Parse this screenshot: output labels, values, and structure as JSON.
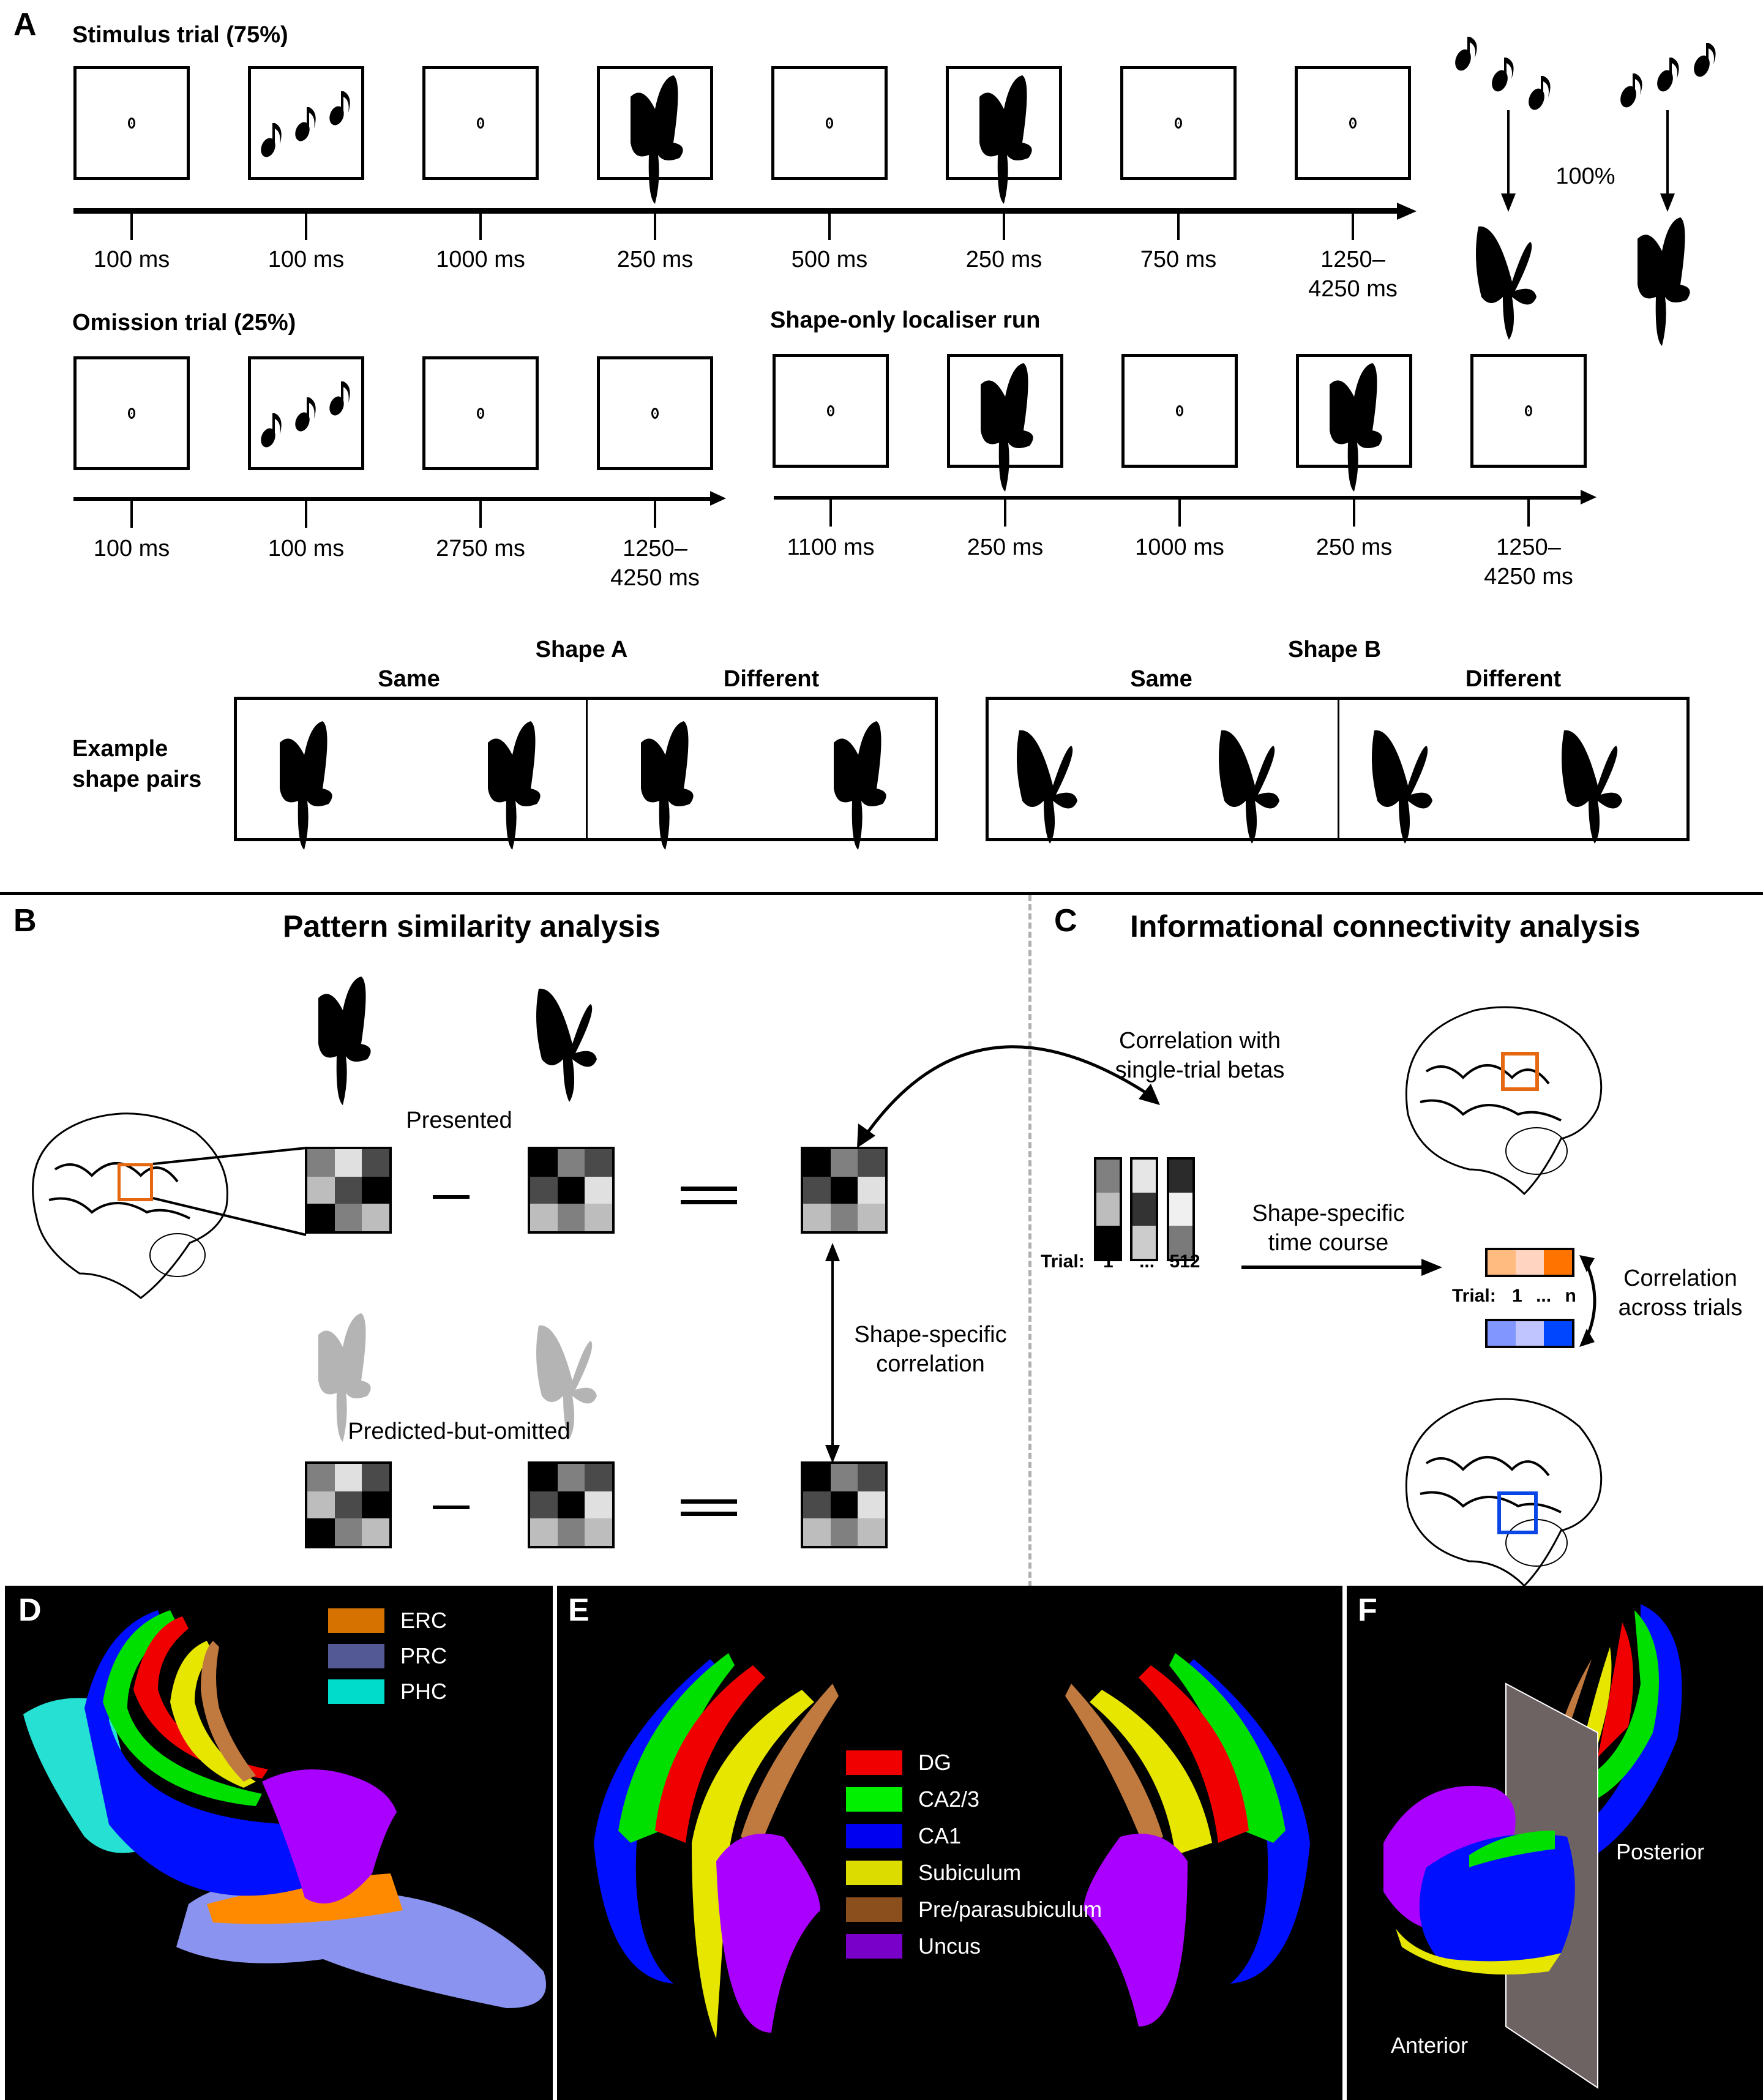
{
  "panel_a": {
    "letter": "A",
    "stimulus_trial": {
      "title": "Stimulus trial (75%)",
      "frames": [
        "fixation",
        "tones",
        "fixation",
        "shape",
        "fixation",
        "shape",
        "fixation",
        "fixation"
      ],
      "durations": [
        "100 ms",
        "100 ms",
        "1000 ms",
        "250 ms",
        "500 ms",
        "250 ms",
        "750 ms",
        "1250–\n4250 ms"
      ]
    },
    "association": {
      "probability": "100%"
    },
    "omission_trial": {
      "title": "Omission trial (25%)",
      "frames": [
        "fixation",
        "tones",
        "fixation",
        "fixation"
      ],
      "durations": [
        "100 ms",
        "100 ms",
        "2750 ms",
        "1250–\n4250 ms"
      ]
    },
    "localiser_run": {
      "title": "Shape-only localiser run",
      "frames": [
        "fixation",
        "shape",
        "fixation",
        "shape",
        "fixation"
      ],
      "durations": [
        "1100 ms",
        "250 ms",
        "1000 ms",
        "250 ms",
        "1250–\n4250 ms"
      ]
    },
    "shape_pairs": {
      "row_label": "Example\nshape pairs",
      "groups": [
        {
          "title": "Shape A",
          "same_label": "Same",
          "different_label": "Different"
        },
        {
          "title": "Shape B",
          "same_label": "Same",
          "different_label": "Different"
        }
      ]
    }
  },
  "panel_b": {
    "letter": "B",
    "title": "Pattern similarity analysis",
    "presented_label": "Presented",
    "omitted_label": "Predicted-but-omitted",
    "correlation_label": "Shape-specific\ncorrelation",
    "roi_color": "#e5670f",
    "patterns": {
      "left": [
        "#808080",
        "#e0e0e0",
        "#4a4a4a",
        "#bdbdbd",
        "#4a4a4a",
        "#000000",
        "#000000",
        "#808080",
        "#bdbdbd"
      ],
      "middle": [
        "#000000",
        "#808080",
        "#4a4a4a",
        "#4a4a4a",
        "#000000",
        "#e0e0e0",
        "#bdbdbd",
        "#808080",
        "#bdbdbd"
      ],
      "result": [
        "#000000",
        "#808080",
        "#4a4a4a",
        "#4a4a4a",
        "#000000",
        "#e0e0e0",
        "#bdbdbd",
        "#808080",
        "#bdbdbd"
      ]
    }
  },
  "panel_c": {
    "letter": "C",
    "title": "Informational connectivity analysis",
    "betas_label": "Correlation with\nsingle-trial betas",
    "trial_axis": {
      "prefix": "Trial:",
      "first": "1",
      "ellipsis": "...",
      "last": "512"
    },
    "time_course_label": "Shape-specific\ntime course",
    "tc_axis": {
      "prefix": "Trial:",
      "first": "1",
      "ellipsis": "...",
      "last": "n"
    },
    "across_trials_label": "Correlation\nacross trials",
    "beta_columns": [
      [
        "#808080",
        "#bdbdbd",
        "#000000"
      ],
      [
        "#e6e6e6",
        "#333333",
        "#cccccc"
      ],
      [
        "#2b2b2b",
        "#f0f0f0",
        "#7a7a7a"
      ]
    ],
    "orange_series": [
      "#ffbb80",
      "#ffd5c2",
      "#ff7400"
    ],
    "blue_series": [
      "#8197ff",
      "#c0c4ff",
      "#0046ff"
    ],
    "roi_orange": "#e5670f",
    "roi_blue": "#0a46e6"
  },
  "panel_d": {
    "letter": "D",
    "legend": [
      {
        "label": "ERC",
        "color": "#d67300"
      },
      {
        "label": "PRC",
        "color": "#535994"
      },
      {
        "label": "PHC",
        "color": "#00dccc"
      }
    ]
  },
  "panel_e": {
    "letter": "E",
    "legend": [
      {
        "label": "DG",
        "color": "#f00000"
      },
      {
        "label": "CA2/3",
        "color": "#00f000"
      },
      {
        "label": "CA1",
        "color": "#0000f0"
      },
      {
        "label": "Subiculum",
        "color": "#dcdc00"
      },
      {
        "label": "Pre/parasubiculum",
        "color": "#8b4e1d"
      },
      {
        "label": "Uncus",
        "color": "#7800c8"
      }
    ]
  },
  "panel_f": {
    "letter": "F",
    "anterior_label": "Anterior",
    "posterior_label": "Posterior"
  }
}
